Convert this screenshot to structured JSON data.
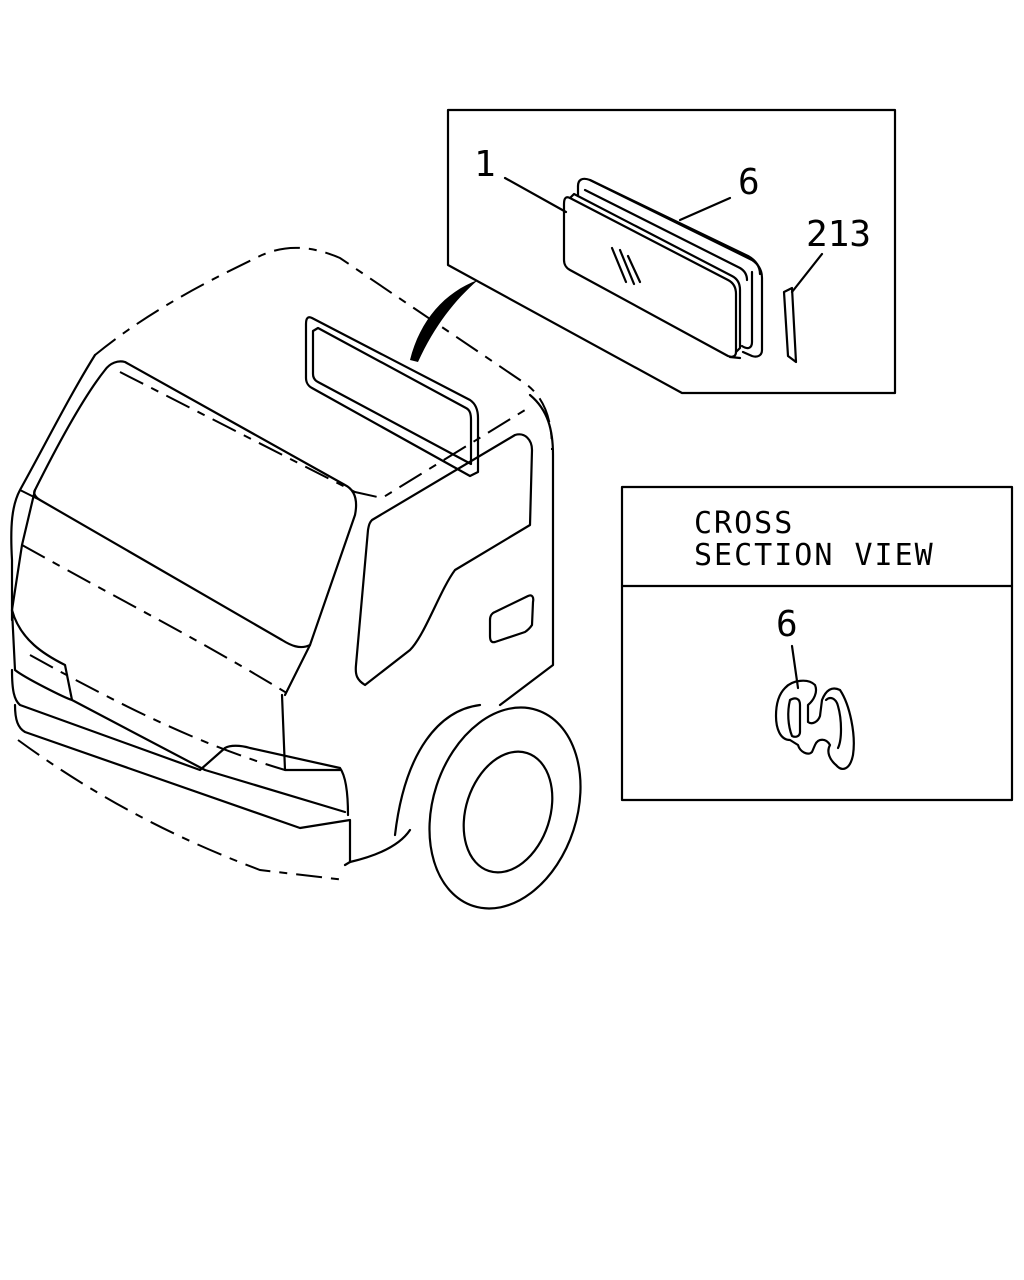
{
  "callouts": {
    "glass": "1",
    "weatherstrip": "6",
    "molding": "213",
    "section_part": "6"
  },
  "section_box": {
    "title_line1": "CROSS",
    "title_line2": "SECTION VIEW"
  }
}
